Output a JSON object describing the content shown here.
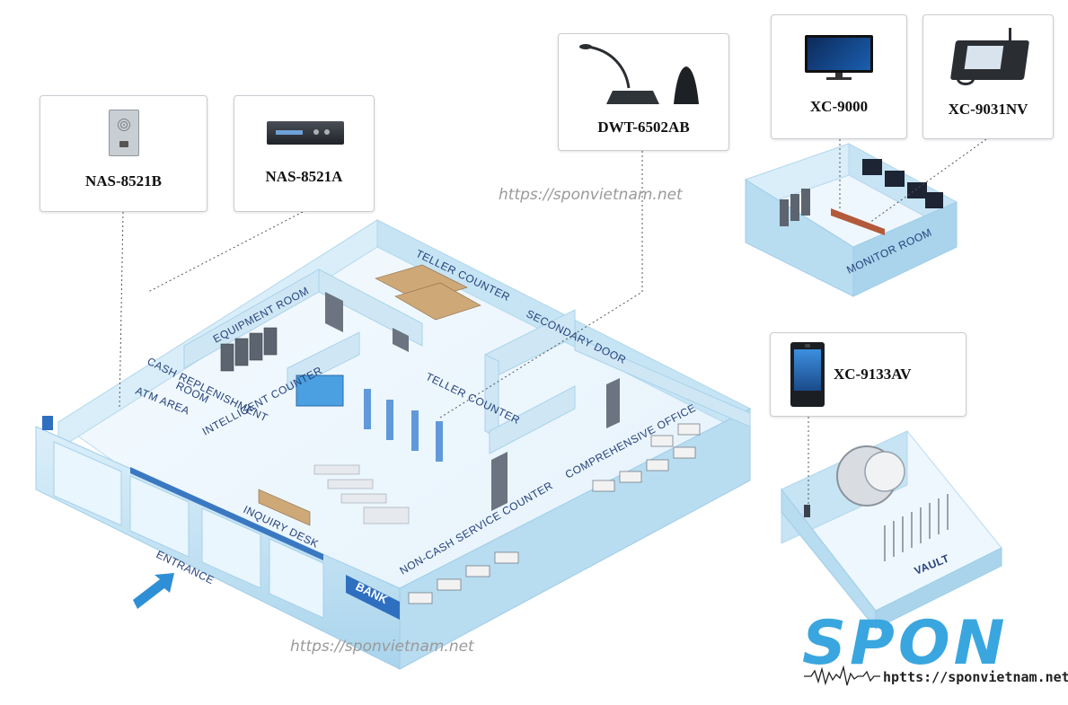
{
  "products": [
    {
      "id": "nas8521b",
      "model": "NAS-8521B",
      "icon": "intercom-panel-icon"
    },
    {
      "id": "nas8521a",
      "model": "NAS-8521A",
      "icon": "network-amplifier-icon"
    },
    {
      "id": "dwt6502ab",
      "model": "DWT-6502AB",
      "icon": "gooseneck-microphone-icon"
    },
    {
      "id": "xc9000",
      "model": "XC-9000",
      "icon": "monitor-screen-icon"
    },
    {
      "id": "xc9031nv",
      "model": "XC-9031NV",
      "icon": "video-console-icon"
    },
    {
      "id": "xc9133av",
      "model": "XC-9133AV",
      "icon": "face-terminal-icon"
    }
  ],
  "rooms": {
    "teller_counter_top": "TELLER COUNTER",
    "equipment_room": "EQUIPMENT ROOM",
    "secondary_door": "SECONDARY DOOR",
    "cash_replenishment_line1": "CASH REPLENISHMENT",
    "cash_replenishment_line2": "ROOM",
    "atm_area": "ATM AREA",
    "intelligent_counter": "INTELLIGENT COUNTER",
    "teller_counter_mid": "TELLER COUNTER",
    "comprehensive_office": "COMPREHENSIVE OFFICE",
    "inquiry_desk": "INQUIRY DESK",
    "non_cash_service_counter": "NON-CASH SERVICE COUNTER",
    "entrance": "ENTRANCE",
    "bank_sign": "BANK",
    "monitor_room": "MONITOR ROOM",
    "vault": "VAULT"
  },
  "watermarks": {
    "top": "https://sponvietnam.net",
    "bottom": "https://sponvietnam.net"
  },
  "logo": {
    "wordmark": "SPON",
    "url": "hptts://sponvietnam.net"
  },
  "colors": {
    "wall": "#cfe7f5",
    "wall_dark": "#9fcde8",
    "floor": "#eef7fd",
    "label": "#26427a",
    "arrow": "#2f8fd6",
    "logo": "#3aa6df"
  }
}
